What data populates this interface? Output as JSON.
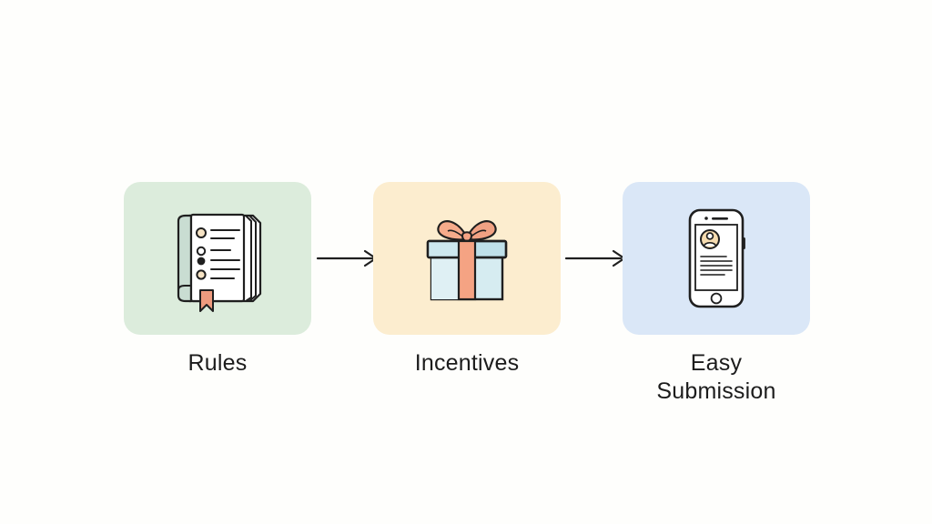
{
  "page": {
    "background_color": "#fefefc",
    "title_text_color": "#1c1c1c",
    "layout": "three-step horizontal flow with arrows"
  },
  "steps": [
    {
      "id": "rules",
      "label": "Rules",
      "card_color": "#dcecdc",
      "icon_name": "notebook-checklist-icon",
      "icon_description": "Stacked notebook with bulleted list and bookmark ribbon",
      "icon_colors": {
        "page": "#ffffff",
        "cover": "#c9ddd2",
        "outline": "#1f1f1f",
        "bullet": "#f6e3c4",
        "ribbon": "#ee9b7e"
      }
    },
    {
      "id": "incentives",
      "label": "Incentives",
      "card_color": "#fcedcf",
      "icon_name": "gift-box-icon",
      "icon_description": "Wrapped gift box with ribbon bow",
      "icon_colors": {
        "box": "#cbe5ec",
        "box_light": "#ddeff3",
        "lid": "#b9dde7",
        "ribbon": "#f5a383",
        "outline": "#1f1f1f"
      }
    },
    {
      "id": "easy-submission",
      "label": "Easy\nSubmission",
      "card_color": "#dae7f7",
      "icon_name": "smartphone-profile-form-icon",
      "icon_description": "Smartphone displaying a profile avatar and text lines",
      "icon_colors": {
        "body": "#ffffff",
        "screen": "#ffffff",
        "avatar": "#f6dcb0",
        "lines": "#3a3a3a",
        "outline": "#1f1f1f"
      }
    }
  ],
  "arrows": [
    {
      "id": "arrow-rules-to-incentives",
      "from": "rules",
      "to": "incentives",
      "color": "#1f1f1f"
    },
    {
      "id": "arrow-incentives-to-submission",
      "from": "incentives",
      "to": "easy-submission",
      "color": "#1f1f1f"
    }
  ]
}
